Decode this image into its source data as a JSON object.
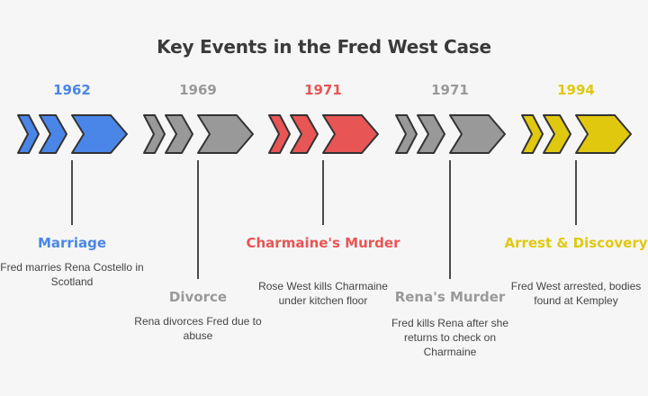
{
  "title": "Key Events in the Fred West Case",
  "events": [
    {
      "year": "1962",
      "title": "Marriage",
      "description": "Fred marries Rena Costello in Scotland",
      "color": "#4a86e8"
    },
    {
      "year": "1969",
      "title": "Divorce",
      "description": "Rena divorces Fred due to abuse",
      "color": "#999999"
    },
    {
      "year": "1971",
      "title": "Charmaine's Murder",
      "description": "Rose West kills Charmaine under kitchen floor",
      "color": "#e85555"
    },
    {
      "year": "1971",
      "title": "Rena's Murder",
      "description": "Fred kills Rena after she returns to check on Charmaine",
      "color": "#999999"
    },
    {
      "year": "1994",
      "title": "Arrest & Discovery",
      "description": "Fred West arrested, bodies found at Kempley",
      "color": "#e0c80f"
    }
  ]
}
